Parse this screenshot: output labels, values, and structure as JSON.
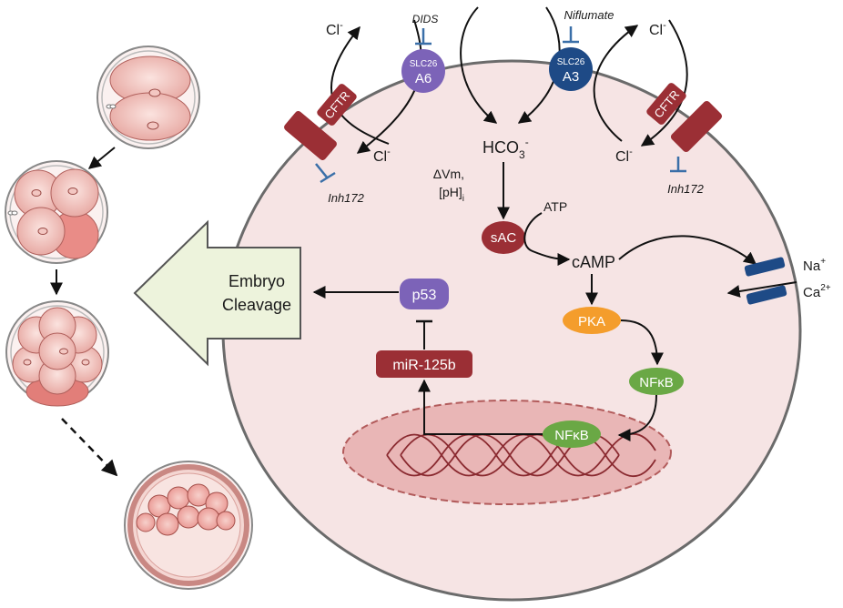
{
  "colors": {
    "cell_fill": "#f6e4e4",
    "cell_stroke": "#6b6b6b",
    "nucleus_fill": "#e9b6b6",
    "dark_red": "#9b2f35",
    "purple": "#7c63b8",
    "navy": "#1e4a86",
    "orange": "#f49d2c",
    "green": "#6aa845",
    "inhibitor_blue": "#3a6fa8",
    "arrow_fill": "#edf3dc"
  },
  "labels": {
    "dids": "DIDS",
    "niflumate": "Niflumate",
    "cl_top_left": "Cl",
    "cl_top_right": "Cl",
    "cl_inner_left": "Cl",
    "cl_inner_right": "Cl",
    "cl_charge": "-",
    "slc26a6_top": "SLC26",
    "slc26a6_bottom": "A6",
    "slc26a3_top": "SLC26",
    "slc26a3_bottom": "A3",
    "cftr_left": "CFTR",
    "cftr_right": "CFTR",
    "inh172_left": "Inh172",
    "inh172_right": "Inh172",
    "hco3_base": "HCO",
    "hco3_sub": "3",
    "hco3_sup": "-",
    "delta_vm": "ΔVm,",
    "ph": "[pH]",
    "ph_sub": "i",
    "sac": "sAC",
    "atp": "ATP",
    "camp": "cAMP",
    "pka": "PKA",
    "nfkb_cyto": "NFκB",
    "nfkb_nuc": "NFκB",
    "p53": "p53",
    "mir": "miR-125b",
    "embryo_line1": "Embryo",
    "embryo_line2": "Cleavage",
    "na": "Na",
    "na_sup": "+",
    "ca": "Ca",
    "ca_sup": "2+"
  }
}
